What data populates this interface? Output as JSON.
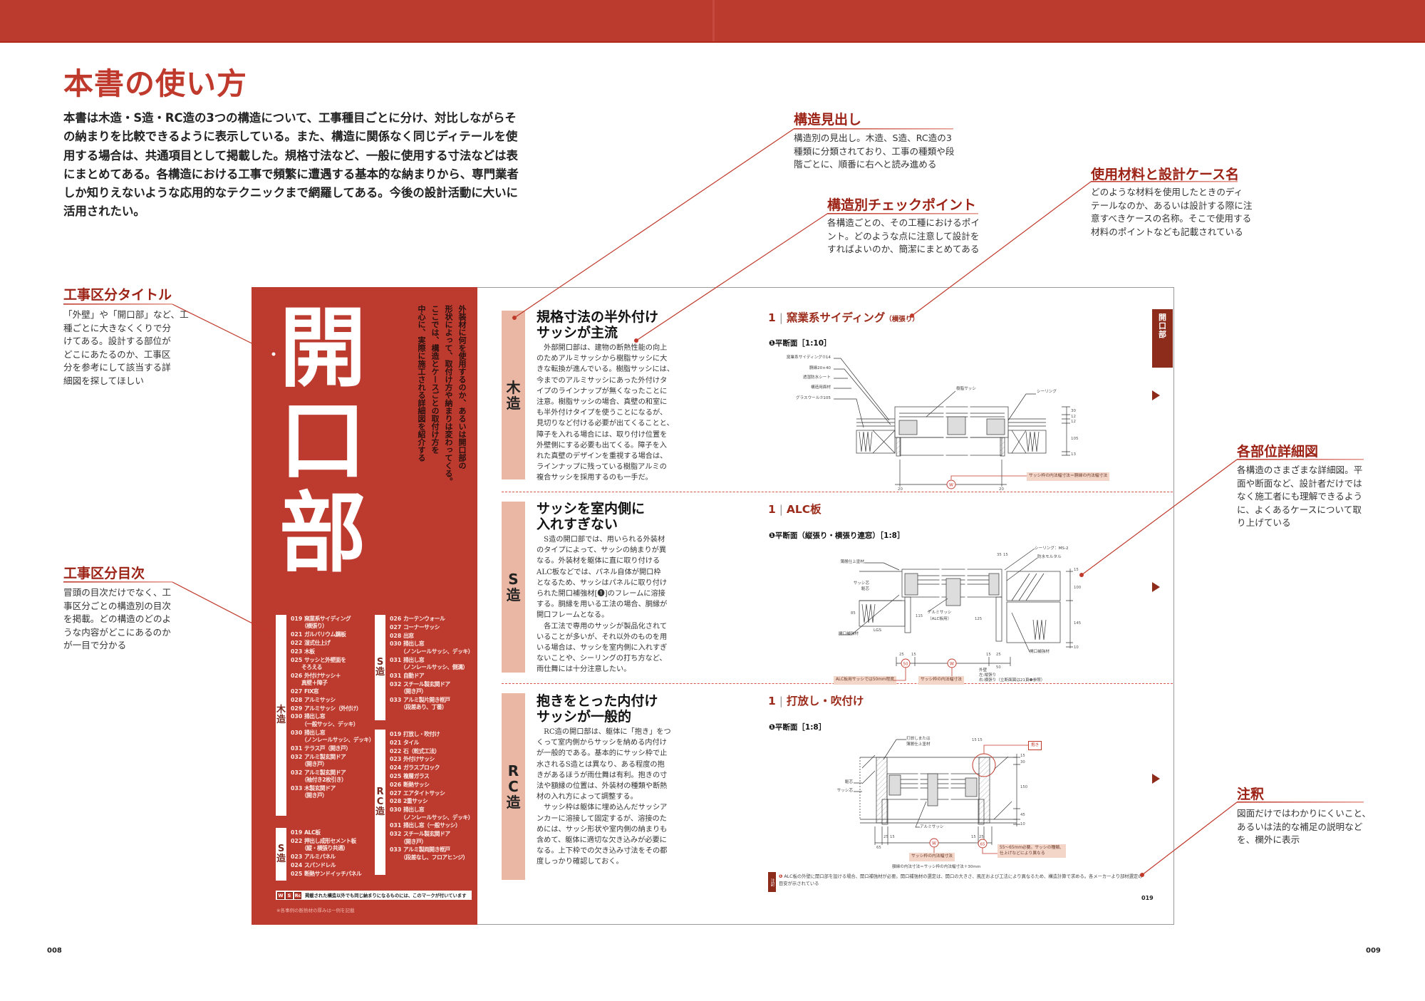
{
  "title": "本書の使い方",
  "intro": {
    "lines": [
      "本書は木造・S造・RC造の3つの構造について、工事種目ごとに分け、対比しながらそ",
      "の納まりを比較できるように表示している。また、構造に関係なく同じディテールを使",
      "用する場合は、共通項目として掲載した。規格寸法など、一般に使用する寸法などは表",
      "にまとめてある。各構造における工事で頻繁に遭遇する基本的な納まりから、専門業者",
      "しか知りえないような応用的なテクニックまで網羅してある。今後の設計活動に大いに",
      "活用されたい。"
    ]
  },
  "callouts": {
    "koji_title": {
      "heading": "工事区分タイトル",
      "lines": [
        "「外壁」や「開口部」など、工",
        "種ごとに大きなくくりで分",
        "けてある。設計する部位が",
        "どこにあたるのか、工事区",
        "分を参考にして該当する詳",
        "細図を探してほしい"
      ]
    },
    "koji_toc": {
      "heading": "工事区分目次",
      "lines": [
        "冒頭の目次だけでなく、工",
        "事区分ごとの構造別の目次",
        "を掲載。どの構造のどのよ",
        "うな内容がどこにあるのか",
        "が一目で分かる"
      ]
    },
    "structure_heading": {
      "heading": "構造見出し",
      "lines": [
        "構造別の見出し。木造、S造、RC造の3",
        "種類に分類されており、工事の種類や段",
        "階ごとに、順番に右へと読み進める"
      ]
    },
    "checkpoint": {
      "heading": "構造別チェックポイント",
      "lines": [
        "各構造ごとの、その工種におけるポイ",
        "ント。どのような点に注意して設計を",
        "すればよいのか、簡潔にまとめてある"
      ]
    },
    "materials": {
      "heading": "使用材料と設計ケース名",
      "lines": [
        "どのような材料を使用したときのディ",
        "テールなのか、あるいは設計する際に注",
        "意すべきケースの名称。そこで使用する",
        "材料のポイントなども記載されている"
      ]
    },
    "details": {
      "heading": "各部位詳細図",
      "lines": [
        "各構造のさまざまな詳細図。平",
        "面や断面など、設計者だけでは",
        "なく施工者にも理解できるよう",
        "に、よくあるケースについて取",
        "り上げている"
      ]
    },
    "notes": {
      "heading": "注釈",
      "lines": [
        "図面だけではわかりにくいこと、",
        "あるいは法的な補足の説明など",
        "を、欄外に表示"
      ]
    }
  },
  "panel": {
    "big_title": [
      "開",
      "口",
      "部"
    ],
    "vertical_lines": [
      "外装材に何を使用するのか、あるいは開口部の",
      "形状によって、取付け方や納まりは変わってくる。",
      "ここでは、構造とケースごとの取付け方を",
      "中心に、実際に施工される詳細図を紹介する"
    ],
    "toc": {
      "wood": {
        "label": [
          "木",
          "造"
        ],
        "items": [
          {
            "no": "019",
            "label": "窯業系サイディング",
            "sub": "（横張り）"
          },
          {
            "no": "021",
            "label": "ガルバリウム鋼板"
          },
          {
            "no": "022",
            "label": "湿式仕上げ"
          },
          {
            "no": "023",
            "label": "木板"
          },
          {
            "no": "025",
            "label": "サッシと外壁面を",
            "sub": "そろえる"
          },
          {
            "no": "026",
            "label": "外付けサッシ＋",
            "sub": "真壁＋障子"
          },
          {
            "no": "027",
            "label": "FIX窓"
          },
          {
            "no": "028",
            "label": "アルミサッシ"
          },
          {
            "no": "029",
            "label": "アルミサッシ（外付け）"
          },
          {
            "no": "030",
            "label": "掃出し窓",
            "sub": "（一般サッシ、デッキ）"
          },
          {
            "no": "030",
            "label": "掃出し窓",
            "sub": "（ノンレールサッシ、デッキ）"
          },
          {
            "no": "031",
            "label": "テラス戸（開き戸）"
          },
          {
            "no": "032",
            "label": "アルミ製玄関ドア",
            "sub": "（開き戸）"
          },
          {
            "no": "032",
            "label": "アルミ製玄関ドア",
            "sub": "（袖付き2枚引き）"
          },
          {
            "no": "033",
            "label": "木製玄関ドア",
            "sub": "（開き戸）"
          }
        ]
      },
      "steel_a": {
        "label": [
          "S",
          "造"
        ],
        "items": [
          {
            "no": "019",
            "label": "ALC板"
          },
          {
            "no": "022",
            "label": "押出し成形セメント板",
            "sub": "（縦・横張り共通）"
          },
          {
            "no": "023",
            "label": "アルミパネル"
          },
          {
            "no": "024",
            "label": "スパンドレル"
          },
          {
            "no": "025",
            "label": "断熱サンドイッチパネル"
          }
        ]
      },
      "steel_b": {
        "label": [
          "S",
          "造"
        ],
        "items": [
          {
            "no": "026",
            "label": "カーテンウォール"
          },
          {
            "no": "027",
            "label": "コーナーサッシ"
          },
          {
            "no": "028",
            "label": "出窓"
          },
          {
            "no": "030",
            "label": "掃出し窓",
            "sub": "（ノンレールサッシ、デッキ）"
          },
          {
            "no": "031",
            "label": "掃出し窓",
            "sub": "（ノンレールサッシ、側溝）"
          },
          {
            "no": "031",
            "label": "自動ドア"
          },
          {
            "no": "032",
            "label": "スチール製玄関ドア",
            "sub": "（開き戸）"
          },
          {
            "no": "033",
            "label": "アルミ製片開き框戸",
            "sub": "（段差あり、丁番）"
          }
        ]
      },
      "rc": {
        "label": [
          "R",
          "C",
          "造"
        ],
        "items": [
          {
            "no": "019",
            "label": "打放し・吹付け"
          },
          {
            "no": "021",
            "label": "タイル"
          },
          {
            "no": "022",
            "label": "石（乾式工法）"
          },
          {
            "no": "023",
            "label": "外付けサッシ"
          },
          {
            "no": "024",
            "label": "ガラスブロック"
          },
          {
            "no": "025",
            "label": "複層ガラス"
          },
          {
            "no": "026",
            "label": "断熱サッシ"
          },
          {
            "no": "027",
            "label": "エアタイトサッシ"
          },
          {
            "no": "028",
            "label": "2重サッシ"
          },
          {
            "no": "030",
            "label": "掃出し窓",
            "sub": "（ノンレールサッシ、デッキ）"
          },
          {
            "no": "031",
            "label": "掃出し窓（一般サッシ）"
          },
          {
            "no": "032",
            "label": "スチール製玄関ドア",
            "sub": "（開き戸）"
          },
          {
            "no": "033",
            "label": "アルミ製両開き框戸",
            "sub": "（段差なし、フロアヒンジ）"
          }
        ]
      }
    },
    "toc_note": {
      "badges": [
        "W",
        "S",
        "Rc"
      ],
      "text": "掲載された構造以外でも同じ納まりになるものには、このマークが付いています"
    },
    "toc_subnote": "※各事例の断熱材の厚みは一例を記載"
  },
  "sections": [
    {
      "tab": [
        "木",
        "造"
      ],
      "heading": [
        "規格寸法の半外付け",
        "サッシが主流"
      ],
      "lines": [
        "　外部開口部は、建物の断熱性能の向上",
        "のためアルミサッシから樹脂サッシに大",
        "きな転換が進んでいる。樹脂サッシには、",
        "今までのアルミサッシにあった外付けタ",
        "イプのラインナップが無くなったことに",
        "注意。樹脂サッシの場合、真壁の和室に",
        "も半外付けタイプを使うことになるが、",
        "見切りなど付ける必要が出てくることと、",
        "障子を入れる場合には、取り付け位置を",
        "外壁側にする必要も出てくる。障子を入",
        "れた真壁のデザインを重視する場合は、",
        "ラインナップに残っている樹脂アルミの",
        "複合サッシを採用するのも一手だ。"
      ]
    },
    {
      "tab": [
        "S",
        "造"
      ],
      "heading": [
        "サッシを室内側に",
        "入れすぎない"
      ],
      "lines": [
        "　S造の開口部では、用いられる外装材",
        "のタイプによって、サッシの納まりが異",
        "なる。外装材を躯体に直に取り付ける",
        "ALC板などでは、パネル自体が開口枠",
        "となるため、サッシはパネルに取り付け",
        "られた開口補強材[❶]のフレームに溶接",
        "する。胴縁を用いる工法の場合、胴縁が",
        "開口フレームとなる。",
        "　各工法で専用のサッシが製品化されて",
        "いることが多いが、それ以外のものを用",
        "いる場合は、サッシを室内側に入れすぎ",
        "ないことや、シーリングの打ち方など、",
        "雨仕舞には十分注意したい。"
      ]
    },
    {
      "tab": [
        "R",
        "C",
        "造"
      ],
      "heading": [
        "抱きをとった内付け",
        "サッシが一般的"
      ],
      "lines": [
        "　RC造の開口部は、躯体に「抱き」をつ",
        "くって室内側からサッシを納める内付け",
        "が一般的である。基本的にサッシ枠で止",
        "水されるS造とは異なり、ある程度の抱",
        "きがあるほうが雨仕舞は有利。抱きの寸",
        "法や額縁の位置は、外装材の種類や断熱",
        "材の入れ方によって調整する。",
        "　サッシ枠は躯体に埋め込んだサッシア",
        "ンカーに溶接して固定するが、溶接のた",
        "めには、サッシ形状や室内側の納まりも",
        "含めて、躯体に適切な欠き込みが必要に",
        "なる。上下枠での欠き込み寸法をその都",
        "度しっかり確認しておく。"
      ]
    }
  ],
  "diagrams": [
    {
      "num": "1",
      "title": "窯業系サイディング",
      "title_note": "（横張り）",
      "sub": "❶平断面［1:10］",
      "labels": [
        "窯業系サイディング⑦14",
        "胴縁20×40",
        "透湿防水シート",
        "構造用面材",
        "グラスウール⑦105",
        "樹脂サッシ",
        "シーリング"
      ],
      "callout": "サッシ枠の内法幅寸法＝胴縁の内法幅寸法",
      "w": "W",
      "dims": [
        "30",
        "12",
        "12",
        "105",
        "13",
        "20",
        "20"
      ]
    },
    {
      "num": "1",
      "title": "ALC板",
      "sub": "❶平断面（縦張り・横張り連窓）［1:8］",
      "labels": [
        "薄層仕上塗材",
        "サッシ芯",
        "躯芯",
        "アルミサッシ",
        "（ALC板用）",
        "開口補強材",
        "LGS",
        "シーリング：MS-2",
        "防水モルタル",
        "開口補強材",
        "外壁",
        "左:縦張り",
        "右:横張り（立断面図は21頁❶参照）"
      ],
      "callouts": [
        "ALC板用サッシでは50mm程度",
        "サッシ枠の内法幅寸法"
      ],
      "w": "W",
      "c50": "50",
      "dims": [
        "15",
        "100",
        "145",
        "10",
        "125",
        "115",
        "85",
        "25",
        "15",
        "15",
        "25",
        "50",
        "35",
        "15"
      ]
    },
    {
      "num": "1",
      "title": "打放し・吹付け",
      "sub": "❶平断面［1:8］",
      "labels": [
        "打放しまたは",
        "薄層仕上塗材",
        "躯芯",
        "サッシ芯",
        "アルミサッシ",
        "抱き"
      ],
      "callouts": [
        "サッシ枠の内法幅寸法",
        "55〜65mm必要。サッシの種類、",
        "仕上げなどにより異なる"
      ],
      "caption": "額縁の内法寸法＝サッシ枠の内法幅寸法＋30mm",
      "w": "W",
      "c65": "65",
      "dims": [
        "15",
        "30",
        "150",
        "45",
        "10",
        "65",
        "25",
        "15",
        "15",
        "25",
        "15",
        "15"
      ]
    }
  ],
  "side_tab": [
    "開",
    "口",
    "部"
  ],
  "note": {
    "label": "注記",
    "marker": "❶",
    "text": "ALC板の外壁に開口部を設ける場合、開口補強材が必要。開口補強材の選定は、開口の大きさ、風圧および工法により異なるため、構造計算で求める。各メーカーより部材選定の目安が示されている"
  },
  "inner_page_number": "019",
  "page_left": "008",
  "page_right": "009",
  "colors": {
    "brand_red": "#bc3b2f",
    "tab_pink": "#e9b7a3",
    "dark_red": "#8e2c1c",
    "heading_red": "#9c2216"
  }
}
